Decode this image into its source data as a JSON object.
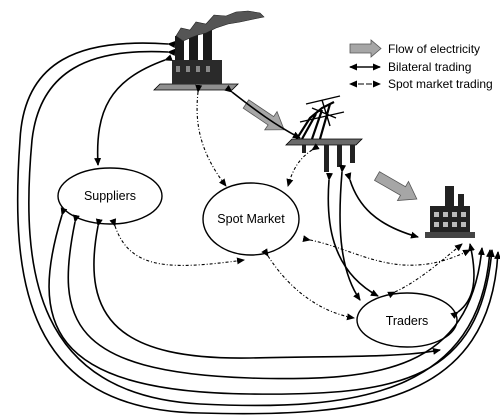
{
  "legend": {
    "flow_of_electricity": "Flow of electricity",
    "bilateral_trading": "Bilateral trading",
    "spot_market_trading": "Spot market trading"
  },
  "nodes": {
    "suppliers": "Suppliers",
    "spot_market": "Spot Market",
    "traders": "Traders"
  },
  "icons": {
    "generation": "power-plant-icon",
    "transmission": "transmission-tower-icon",
    "consumption": "factory-icon"
  },
  "colors": {
    "flow_arrow": "#a6a6a6",
    "lines": "#000000"
  }
}
